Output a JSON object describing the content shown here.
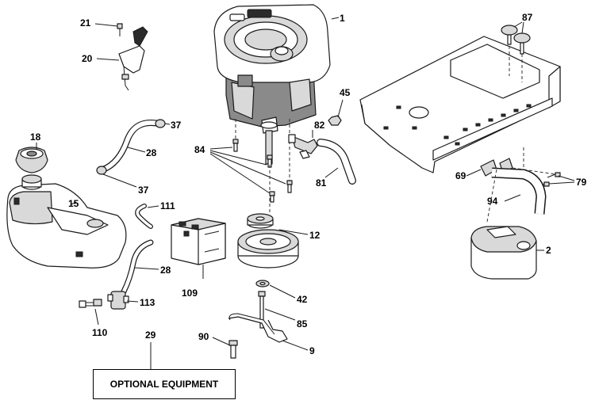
{
  "callouts": {
    "c1": "1",
    "c2": "2",
    "c9": "9",
    "c12": "12",
    "c15": "15",
    "c18": "18",
    "c20": "20",
    "c21": "21",
    "c28a": "28",
    "c28b": "28",
    "c29": "29",
    "c37a": "37",
    "c37b": "37",
    "c42": "42",
    "c45": "45",
    "c69": "69",
    "c79": "79",
    "c81": "81",
    "c82": "82",
    "c84": "84",
    "c85": "85",
    "c87": "87",
    "c90": "90",
    "c94": "94",
    "c109": "109",
    "c110": "110",
    "c111": "111",
    "c113": "113"
  },
  "optional_equipment": "OPTIONAL EQUIPMENT"
}
